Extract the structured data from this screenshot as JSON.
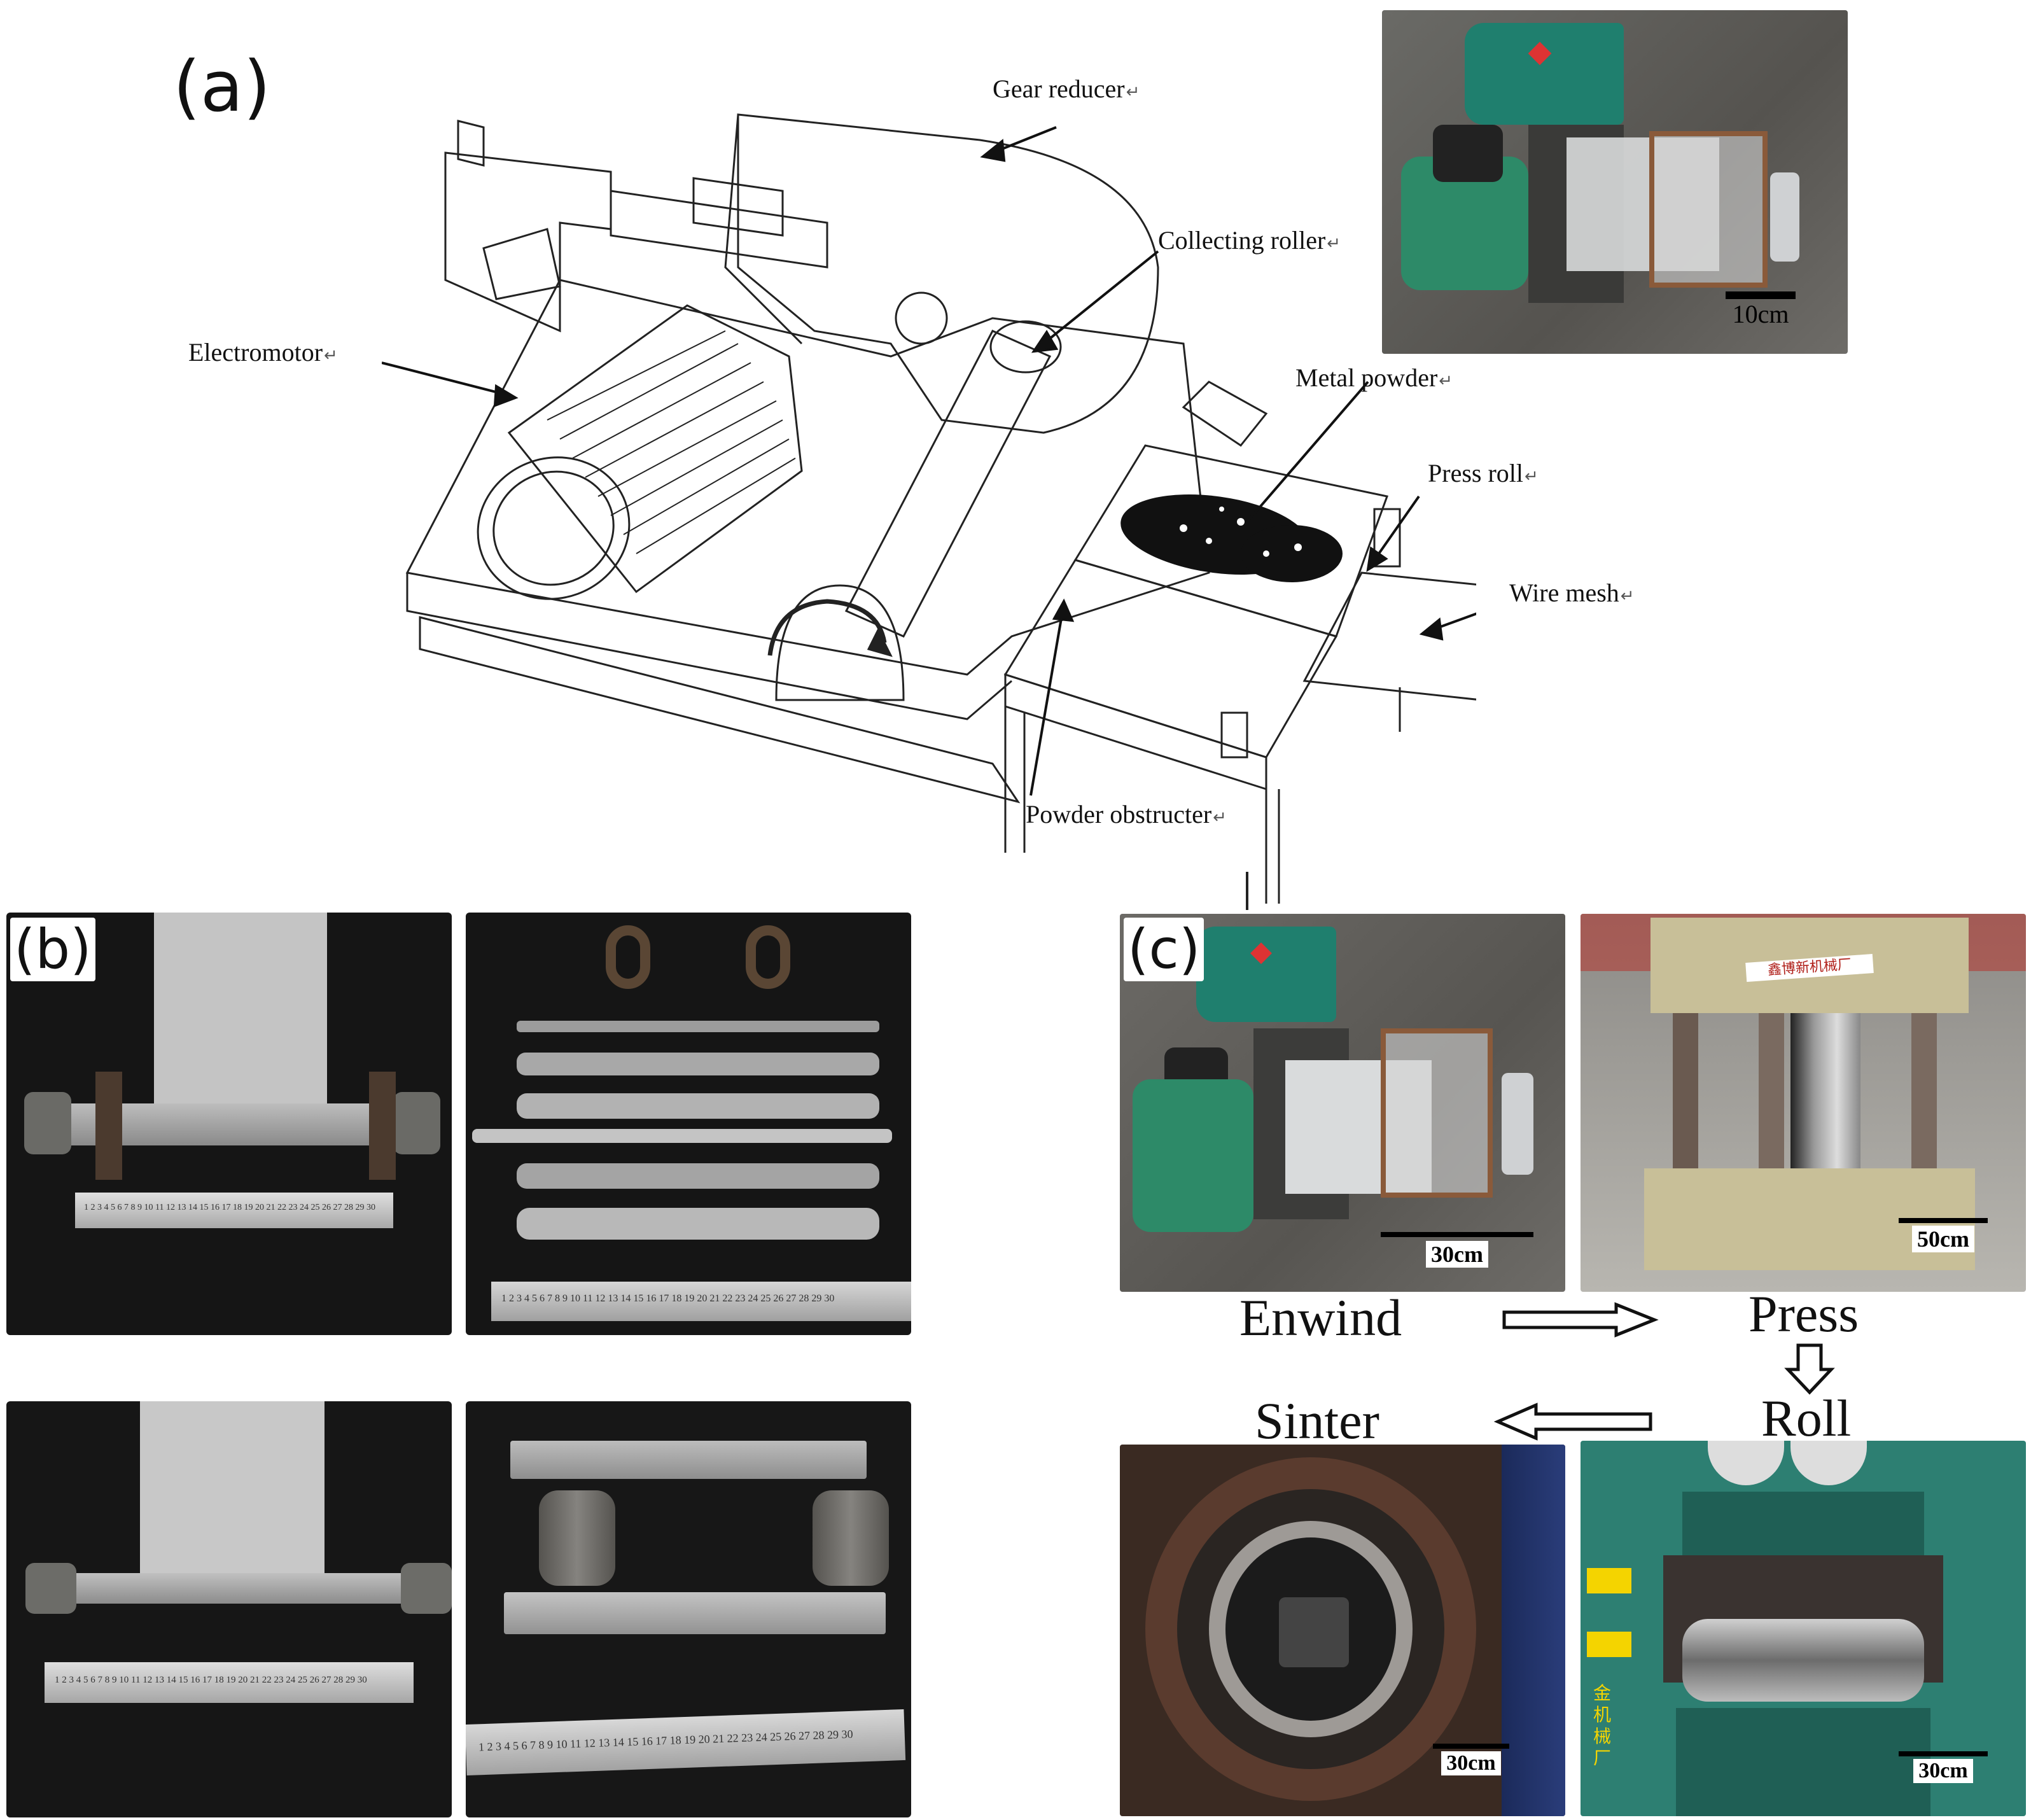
{
  "panel_a": {
    "letter": "(a)",
    "labels": {
      "gear_reducer": "Gear reducer",
      "collecting_roller": "Collecting roller",
      "electromotor": "Electromotor",
      "metal_powder": "Metal powder",
      "press_roll": "Press roll",
      "wire_mesh": "Wire mesh",
      "powder_obstructer": "Powder obstructer"
    },
    "return_mark": "↵",
    "inset_scale": "10cm"
  },
  "panel_b": {
    "letter": "(b)",
    "ruler_ticks": "1 2 3 4 5 6 7 8 9 10 11 12 13 14 15 16 17 18 19 20 21 22 23 24 25 26 27 28 29 30"
  },
  "panel_c": {
    "letter": "(c)",
    "steps": {
      "enwind": "Enwind",
      "press": "Press",
      "roll": "Roll",
      "sinter": "Sinter"
    },
    "scales": {
      "enwind": "30cm",
      "press": "50cm",
      "roll": "30cm",
      "sinter": "30cm"
    },
    "press_sign": "鑫博新机械厂",
    "roll_brand": "金机械厂"
  },
  "colors": {
    "machine_green": "#1f7f6e",
    "motor_green": "#2d8a68",
    "press_beige": "#c8bf98",
    "photo_dark": "#1a1a1a",
    "floor_gray": "#6e6c68"
  }
}
